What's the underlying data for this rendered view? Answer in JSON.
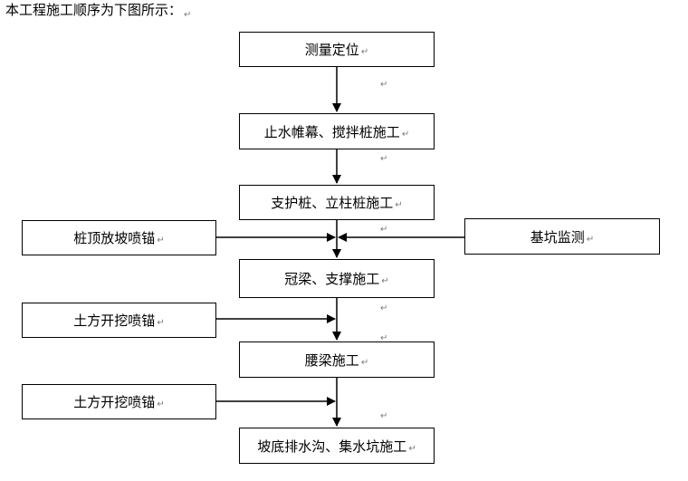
{
  "intro": "本工程施工顺序为下图所示：",
  "return_mark": "↵",
  "steps": [
    "测量定位",
    "止水帷幕、搅拌桩施工",
    "支护桩、立柱桩施工",
    "冠梁、支撑施工",
    "腰梁施工",
    "坡底排水沟、集水坑施工"
  ],
  "side_inputs": {
    "left": [
      "桩顶放坡喷锚",
      "土方开挖喷锚",
      "土方开挖喷锚"
    ],
    "right": [
      "基坑监测"
    ]
  }
}
